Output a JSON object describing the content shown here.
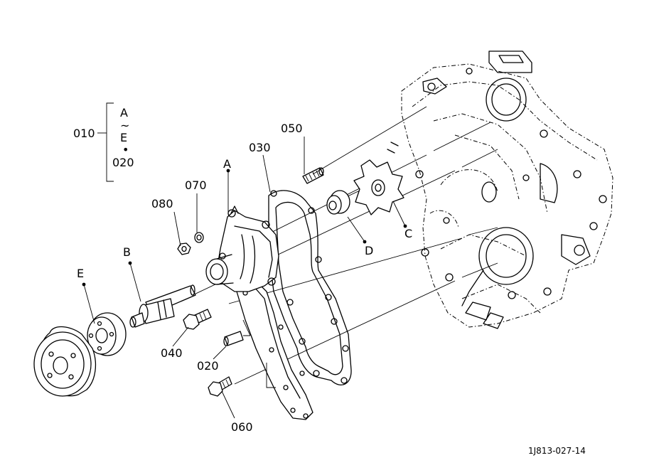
{
  "labels": {
    "p010": "010",
    "group_a": "A",
    "group_tilde": "~",
    "group_e": "E",
    "group_dot": "•",
    "group_020": "020",
    "p050": "050",
    "p030": "030",
    "pA": "A",
    "p070": "070",
    "p080": "080",
    "pB": "B",
    "pC": "C",
    "pD": "D",
    "pE": "E",
    "p040": "040",
    "p020": "020",
    "p060": "060"
  },
  "drawing_ref": "1J813-027-14"
}
